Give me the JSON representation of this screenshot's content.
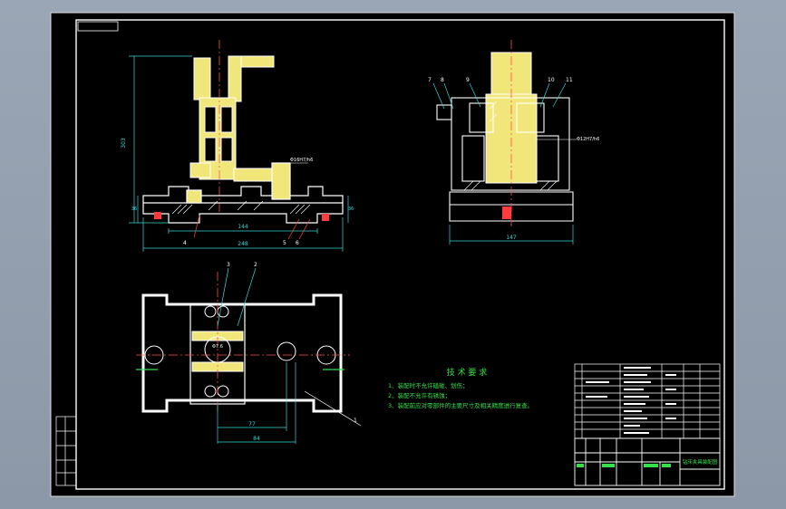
{
  "colors": {
    "background": "#9aa6b5",
    "sheet": "#000000",
    "line": "#ffffff",
    "part_fill": "#f1e67a",
    "dimension": "#38d6d6",
    "leader": "#ff4040",
    "text_green": "#35e04a",
    "centerline": "#ff5050",
    "hatch": "#ffffff"
  },
  "tech_requirements": {
    "title": "技 术 要 求",
    "items": [
      "1、装配时不允许磕碰、划伤；",
      "2、装配不允许有锈蚀；",
      "3、装配前应对零部件的主要尺寸及相关精度进行复查。"
    ]
  },
  "dimensions": {
    "front_width_inner": "144",
    "front_width_outer": "248",
    "front_height": "303",
    "front_height_small": "36",
    "side_width": "147",
    "plan_x1": "77",
    "plan_x2": "84",
    "plan_dia": "Φ7.6",
    "fit_front": "Φ16H7/h6",
    "fit_side": "Φ12H7/h6"
  },
  "balloons": {
    "front": [
      "4",
      "5",
      "6"
    ],
    "side": [
      "7",
      "8",
      "9",
      "10",
      "11"
    ],
    "plan": [
      "3",
      "2",
      "1"
    ]
  },
  "title_block": {
    "drawing_name": "钻床夹具装配图"
  }
}
